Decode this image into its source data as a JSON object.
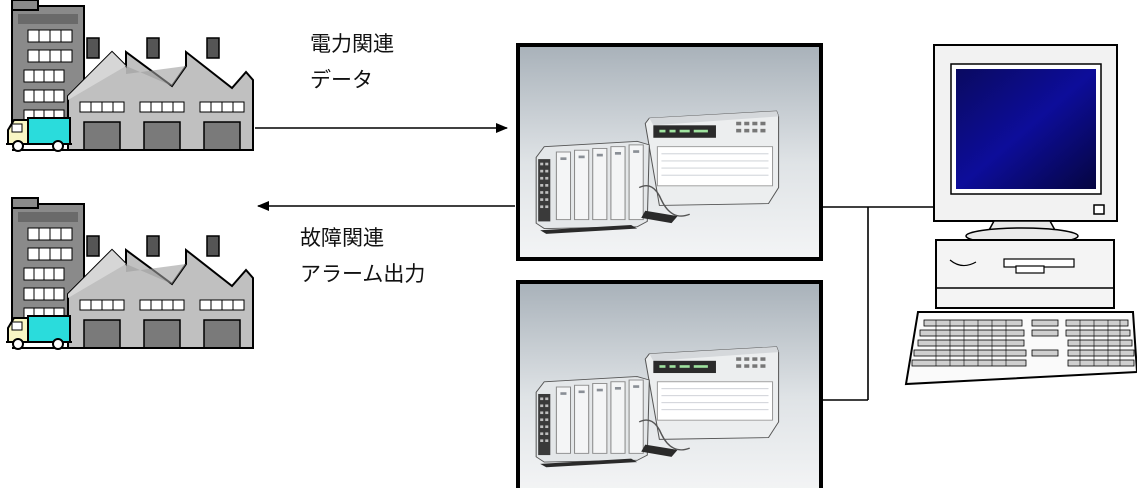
{
  "diagram": {
    "labels": {
      "power_data": [
        "電力関連",
        "データ"
      ],
      "fault_alarm": [
        "故障関連",
        "アラーム出力"
      ]
    },
    "nodes": [
      {
        "id": "factory-top",
        "type": "factory-with-office-and-truck"
      },
      {
        "id": "factory-bottom",
        "type": "factory-with-office-and-truck"
      },
      {
        "id": "recorder-top",
        "type": "data-recorder-photo"
      },
      {
        "id": "recorder-bottom",
        "type": "data-recorder-photo"
      },
      {
        "id": "pc",
        "type": "desktop-computer"
      }
    ],
    "edges": [
      {
        "from": "factory-top",
        "to": "recorder-top",
        "arrow": "forward"
      },
      {
        "from": "recorder-top",
        "to": "factory-bottom",
        "arrow": "forward"
      },
      {
        "from": "recorder-top",
        "to": "pc",
        "arrow": "none"
      },
      {
        "from": "recorder-bottom",
        "to": "pc",
        "arrow": "none"
      }
    ],
    "colors": {
      "line": "#000000",
      "office": "#888888",
      "factory_roof": "#b4b4b4",
      "truck_cargo": "#27dede",
      "truck_cab": "#fafac8",
      "monitor_screen": "#0a0a6e"
    }
  }
}
